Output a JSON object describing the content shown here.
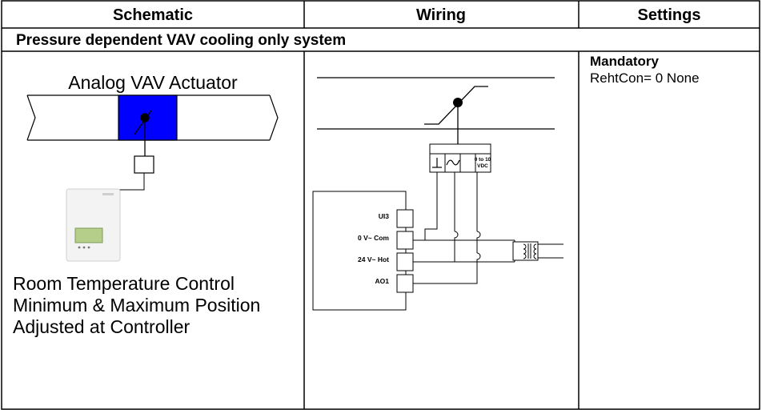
{
  "header": {
    "schematic": "Schematic",
    "wiring": "Wiring",
    "settings": "Settings"
  },
  "section_title": "Pressure dependent VAV cooling only system",
  "schematic": {
    "actuator_label": "Analog VAV Actuator",
    "caption_lines": [
      "Room Temperature Control",
      "Minimum & Maximum Position",
      "Adjusted at Controller"
    ]
  },
  "wiring": {
    "signal_label_line1": "0 to 10",
    "signal_label_line2": "VDC",
    "terminals": [
      "UI3",
      "0 V~ Com",
      "24 V~ Hot",
      "AO1"
    ]
  },
  "settings": {
    "title": "Mandatory",
    "value": "RehtCon= 0 None"
  },
  "colors": {
    "damper_fill": "#0000ff",
    "thermostat_display": "#b5cf8a"
  }
}
